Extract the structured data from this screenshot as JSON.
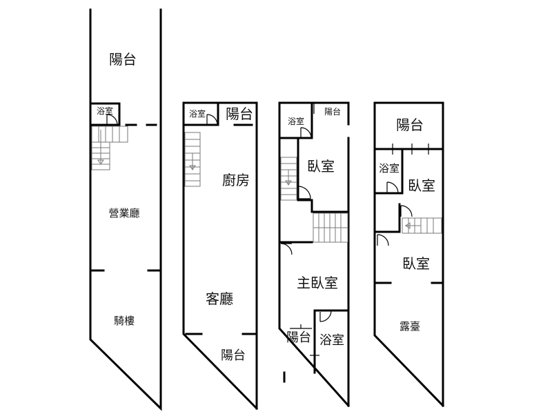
{
  "floor_plan": {
    "floor1": {
      "balcony": "陽台",
      "bathroom": "浴室",
      "business_hall": "營業廳",
      "arcade": "騎樓"
    },
    "floor2": {
      "bathroom": "浴室",
      "balcony_top": "陽台",
      "kitchen": "廚房",
      "living_room": "客廳",
      "balcony_bottom": "陽台"
    },
    "floor3": {
      "bathroom_top": "浴室",
      "balcony_top": "陽台",
      "bedroom": "臥室",
      "master_bedroom": "主臥室",
      "balcony_bottom": "陽台",
      "bathroom_bottom": "浴室"
    },
    "floor4": {
      "balcony": "陽台",
      "bathroom": "浴室",
      "bedroom_upper": "臥室",
      "bedroom_lower": "臥室",
      "terrace": "露臺"
    }
  }
}
